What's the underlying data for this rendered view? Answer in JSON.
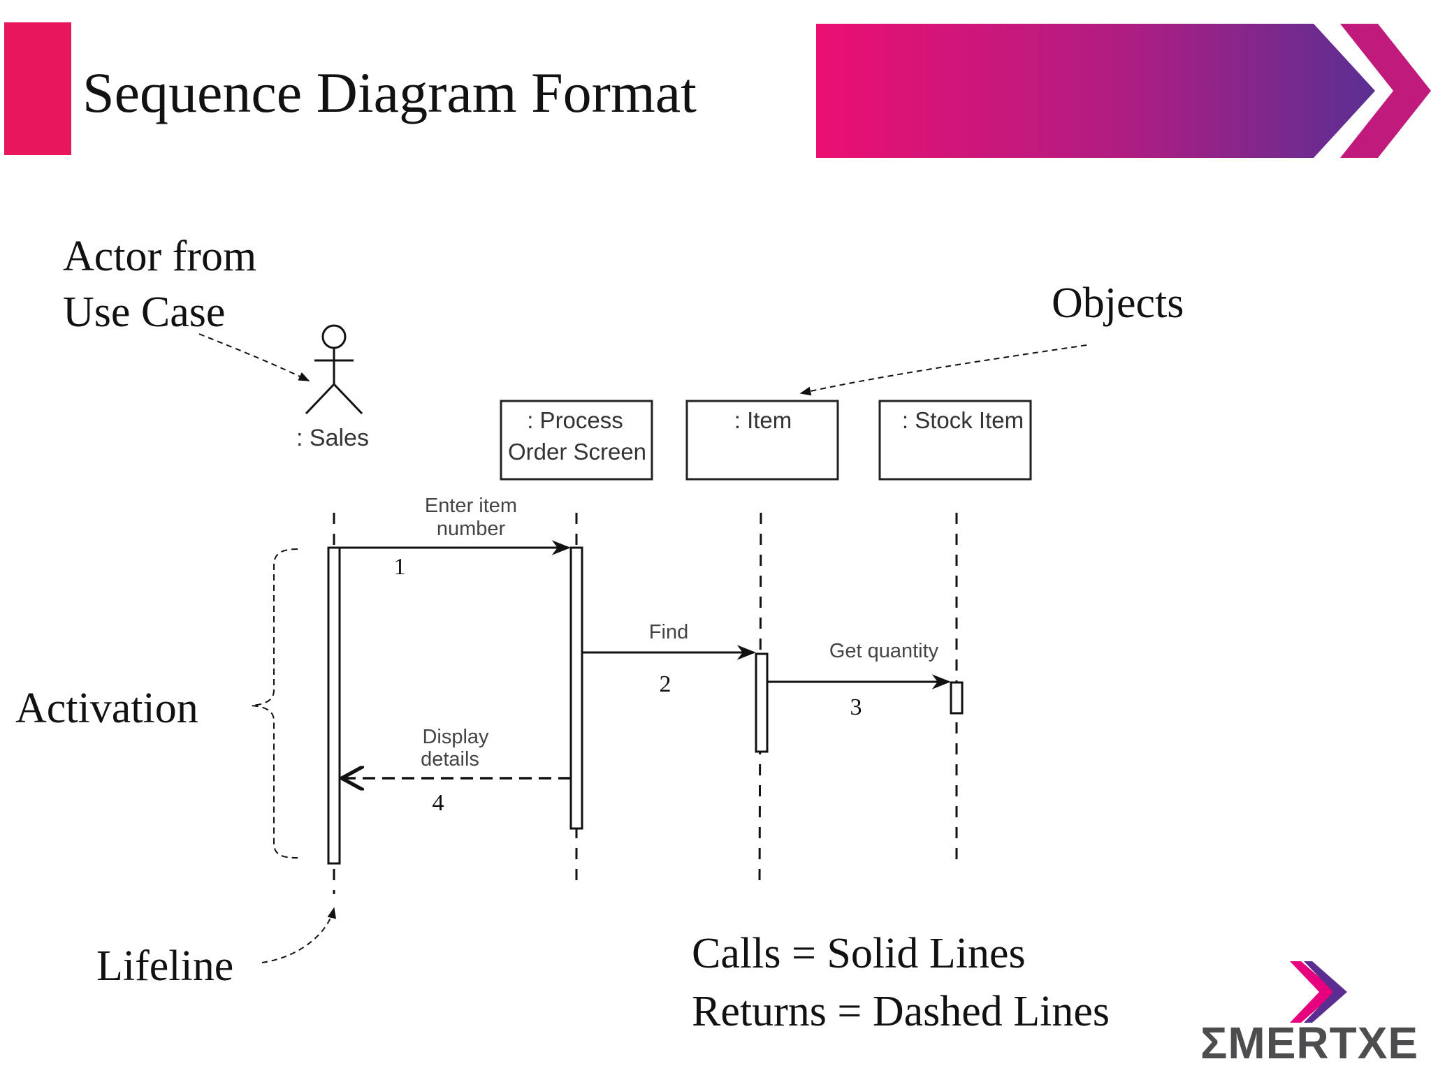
{
  "slide": {
    "title": "Sequence Diagram Format",
    "colors": {
      "accent_pink": "#e8175d",
      "banner_gradient_start": "#ec0f72",
      "banner_gradient_end": "#5b2f93",
      "logo_purple": "#5c2d91",
      "logo_pink": "#e6007e",
      "logo_text": "#4d4d4f"
    }
  },
  "annotations": {
    "actor_line1": "Actor from",
    "actor_line2": "Use Case",
    "objects": "Objects",
    "activation": "Activation",
    "lifeline": "Lifeline",
    "legend_calls": "Calls = Solid Lines",
    "legend_returns": "Returns = Dashed Lines"
  },
  "diagram": {
    "actor_label": ": Sales",
    "objects": [
      {
        "line1": ": Process",
        "line2": "Order Screen"
      },
      {
        "line1": ": Item"
      },
      {
        "line1": ": Stock Item"
      }
    ],
    "messages": [
      {
        "label_line1": "Enter item",
        "label_line2": "number",
        "number": "1",
        "kind": "call"
      },
      {
        "label_line1": "Find",
        "number": "2",
        "kind": "call"
      },
      {
        "label_line1": "Get quantity",
        "number": "3",
        "kind": "call"
      },
      {
        "label_line1": "Display",
        "label_line2": "details",
        "number": "4",
        "kind": "return"
      }
    ]
  },
  "logo": {
    "text": "ΣMERTXE",
    "icon": "emertxe-chevron-icon"
  }
}
